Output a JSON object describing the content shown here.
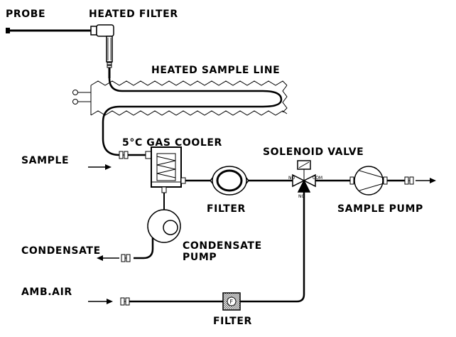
{
  "labels": {
    "probe": "PROBE",
    "heated_filter": "HEATED FILTER",
    "heated_sample_line": "HEATED SAMPLE LINE",
    "gas_cooler": "5°C GAS COOLER",
    "solenoid_valve": "SOLENOID VALVE",
    "sample": "SAMPLE",
    "filter_main": "FILTER",
    "sample_pump": "SAMPLE PUMP",
    "condensate": "CONDENSATE",
    "condensate_pump_line1": "CONDENSATE",
    "condensate_pump_line2": "PUMP",
    "amb_air": "AMB.AIR",
    "filter_amb": "FILTER",
    "filter_amb_symbol": "F"
  },
  "valve_ports": {
    "no": "NO",
    "com": "COM",
    "nc": "NC"
  },
  "colors": {
    "line": "#000000",
    "background": "#ffffff",
    "filter_hatch": "#888888"
  }
}
